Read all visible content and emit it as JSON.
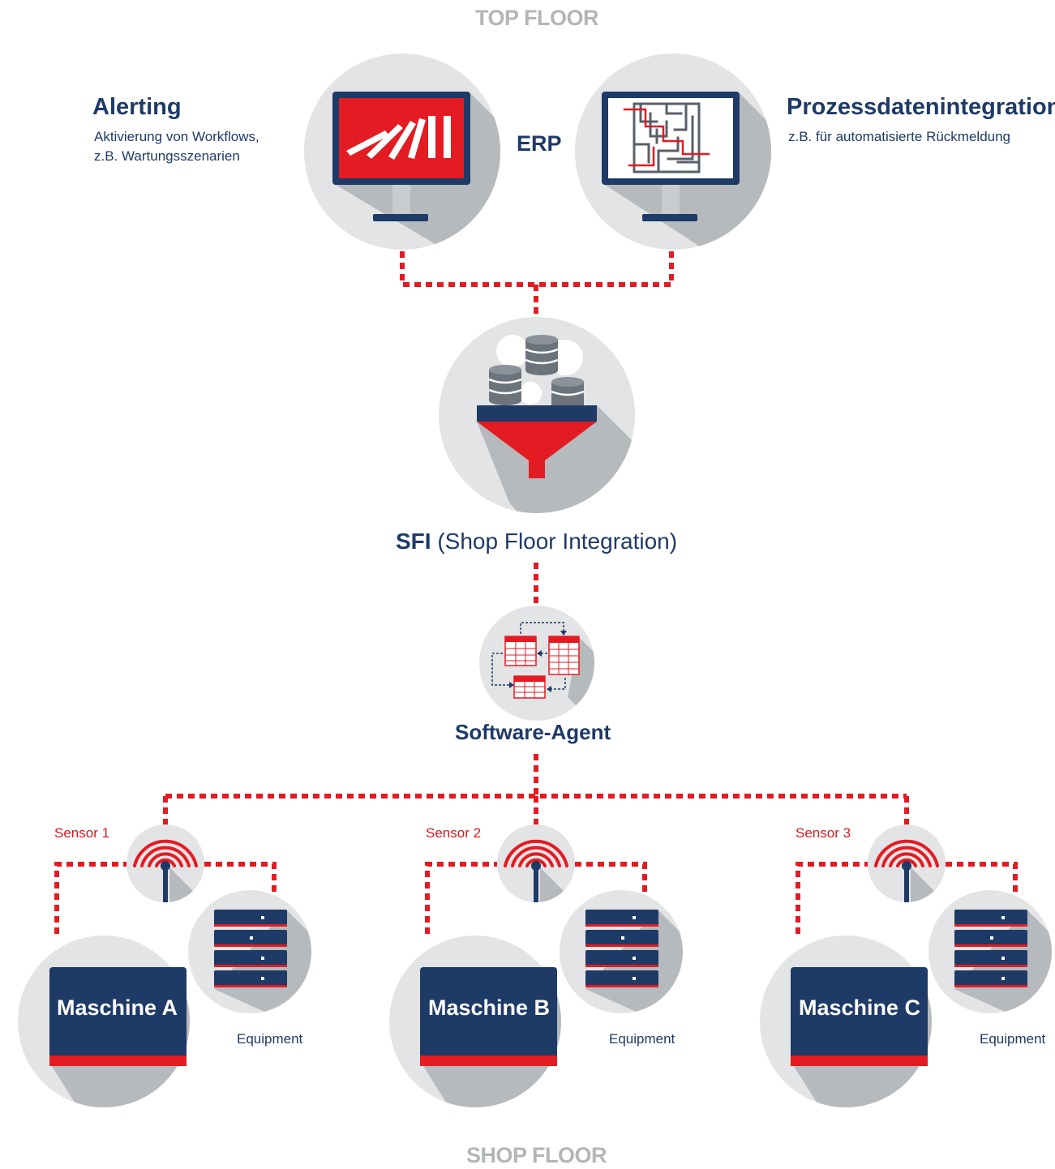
{
  "labels": {
    "top_floor": "TOP FLOOR",
    "shop_floor": "SHOP FLOOR",
    "erp": "ERP",
    "sfi_bold": "SFI",
    "sfi_rest": "(Shop Floor Integration)",
    "software_agent": "Software-Agent"
  },
  "alerting": {
    "title": "Alerting",
    "line1": "Aktivierung von Workflows,",
    "line2": "z.B. Wartungsszenarien"
  },
  "prozess": {
    "title": "Prozessdatenintegration",
    "line1": "z.B. für automatisierte Rückmeldung"
  },
  "machines": [
    {
      "name": "Maschine A",
      "sensor": "Sensor 1",
      "equipment": "Equipment"
    },
    {
      "name": "Maschine B",
      "sensor": "Sensor 2",
      "equipment": "Equipment"
    },
    {
      "name": "Maschine C",
      "sensor": "Sensor 3",
      "equipment": "Equipment"
    }
  ],
  "icons": [
    "monitor-icon",
    "maze-icon",
    "funnel-icon",
    "database-icon",
    "gear-icon",
    "table-icon",
    "antenna-icon",
    "server-icon"
  ],
  "colors": {
    "navy": "#1e3a66",
    "red": "#e31b23",
    "circle": "#e3e4e5",
    "shadow": "#b7babd",
    "floor_label": "#b3b6b8"
  }
}
